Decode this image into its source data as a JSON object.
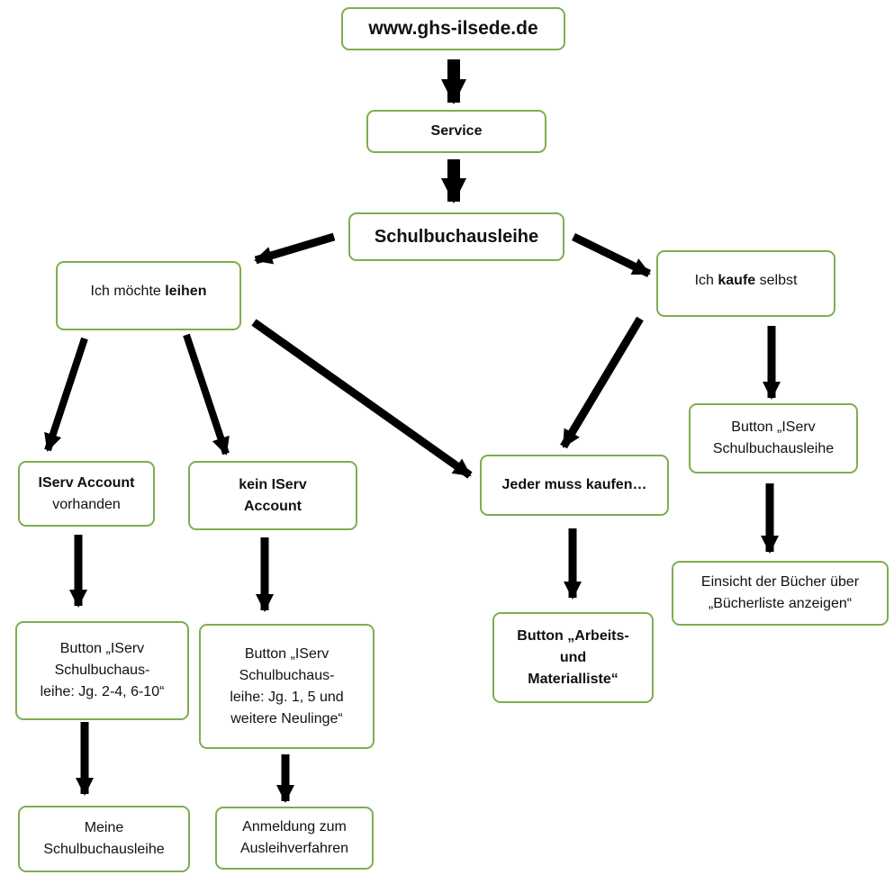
{
  "diagram": {
    "nodes": {
      "website": {
        "text": "www.ghs-ilsede.de"
      },
      "service": {
        "text": "Service"
      },
      "schulbuchausleihe": {
        "text": "Schulbuchausleihe"
      },
      "leihen": {
        "pre": "Ich möchte ",
        "bold": "leihen"
      },
      "kaufe": {
        "pre": "Ich ",
        "bold": "kaufe",
        "post": " selbst"
      },
      "iserv_account": {
        "bold": "IServ Account",
        "rest": "vorhanden"
      },
      "kein_iserv": {
        "line1": "kein IServ",
        "line2": "Account"
      },
      "jeder_muss": {
        "text": "Jeder muss kaufen…"
      },
      "button_iserv_kaufe": {
        "line1": "Button „IServ",
        "line2": "Schulbuchausleihe"
      },
      "einsicht": {
        "line1": "Einsicht der Bücher über",
        "line2": "„Bücherliste anzeigen“"
      },
      "button_jg_2_4": {
        "line1": "Button „IServ",
        "line2": "Schulbuchaus-",
        "line3": "leihe: Jg. 2-4, 6-10“"
      },
      "button_jg_1_5": {
        "line1": "Button „IServ",
        "line2": "Schulbuchaus-",
        "line3": "leihe: Jg. 1, 5 und",
        "line4": "weitere Neulinge“"
      },
      "button_arbeits": {
        "line1": "Button „Arbeits-",
        "line2": "und",
        "line3": "Materialliste“"
      },
      "meine": {
        "line1": "Meine",
        "line2": "Schulbuchausleihe"
      },
      "anmeldung": {
        "line1": "Anmeldung zum",
        "line2": "Ausleihverfahren"
      }
    },
    "edges": [
      {
        "from": "website",
        "to": "service"
      },
      {
        "from": "service",
        "to": "schulbuchausleihe"
      },
      {
        "from": "schulbuchausleihe",
        "to": "leihen"
      },
      {
        "from": "schulbuchausleihe",
        "to": "kaufe"
      },
      {
        "from": "leihen",
        "to": "iserv_account"
      },
      {
        "from": "leihen",
        "to": "kein_iserv"
      },
      {
        "from": "leihen",
        "to": "jeder_muss"
      },
      {
        "from": "kaufe",
        "to": "jeder_muss"
      },
      {
        "from": "kaufe",
        "to": "button_iserv_kaufe"
      },
      {
        "from": "button_iserv_kaufe",
        "to": "einsicht"
      },
      {
        "from": "iserv_account",
        "to": "button_jg_2_4"
      },
      {
        "from": "kein_iserv",
        "to": "button_jg_1_5"
      },
      {
        "from": "jeder_muss",
        "to": "button_arbeits"
      },
      {
        "from": "button_jg_2_4",
        "to": "meine"
      },
      {
        "from": "button_jg_1_5",
        "to": "anmeldung"
      }
    ],
    "colors": {
      "border": "#7dae4f",
      "arrow": "#000000"
    }
  }
}
